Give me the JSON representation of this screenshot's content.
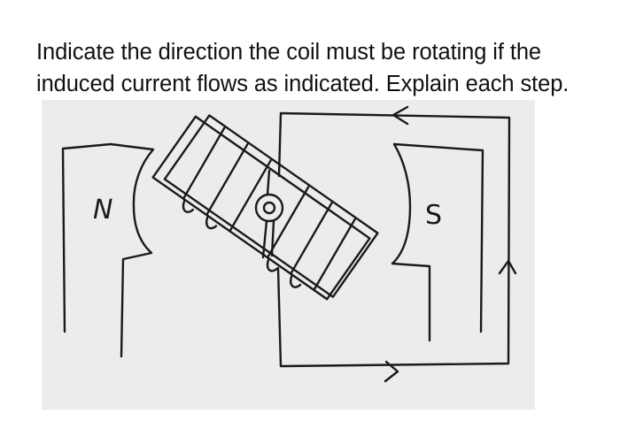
{
  "question": {
    "line1": "Indicate the direction the coil must be rotating if the",
    "line2": "induced current flows as indicated. Explain each step."
  },
  "sketch": {
    "north_label": "N",
    "south_label": "S",
    "paper_color": "#ececec",
    "ink_color": "#1a1a1a"
  }
}
